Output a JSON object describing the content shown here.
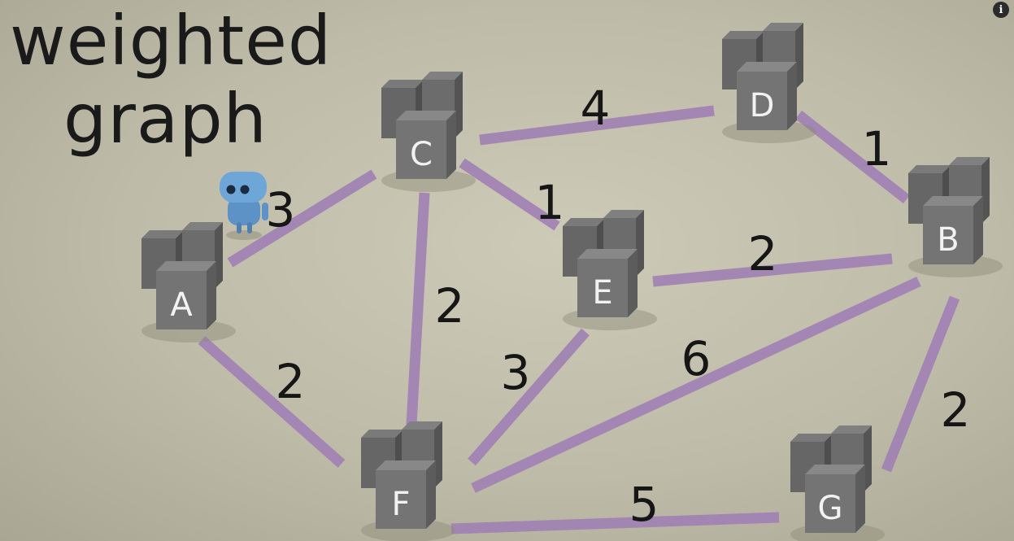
{
  "title": {
    "line1": "weighted",
    "line2": "graph"
  },
  "info_icon": "i",
  "colors": {
    "edge": "#a182b4",
    "node": "#6f6f6f",
    "background": "#c4c2ae"
  },
  "nodes": [
    {
      "id": "A",
      "label": "A"
    },
    {
      "id": "B",
      "label": "B"
    },
    {
      "id": "C",
      "label": "C"
    },
    {
      "id": "D",
      "label": "D"
    },
    {
      "id": "E",
      "label": "E"
    },
    {
      "id": "F",
      "label": "F"
    },
    {
      "id": "G",
      "label": "G"
    }
  ],
  "edges": [
    {
      "from": "A",
      "to": "C",
      "weight": "3"
    },
    {
      "from": "A",
      "to": "F",
      "weight": "2"
    },
    {
      "from": "C",
      "to": "D",
      "weight": "4"
    },
    {
      "from": "C",
      "to": "E",
      "weight": "1"
    },
    {
      "from": "C",
      "to": "F",
      "weight": "2"
    },
    {
      "from": "D",
      "to": "B",
      "weight": "1"
    },
    {
      "from": "E",
      "to": "B",
      "weight": "2"
    },
    {
      "from": "E",
      "to": "F",
      "weight": "3"
    },
    {
      "from": "F",
      "to": "B",
      "weight": "6"
    },
    {
      "from": "B",
      "to": "G",
      "weight": "2"
    },
    {
      "from": "F",
      "to": "G",
      "weight": "5"
    }
  ],
  "robot": "robot-icon"
}
